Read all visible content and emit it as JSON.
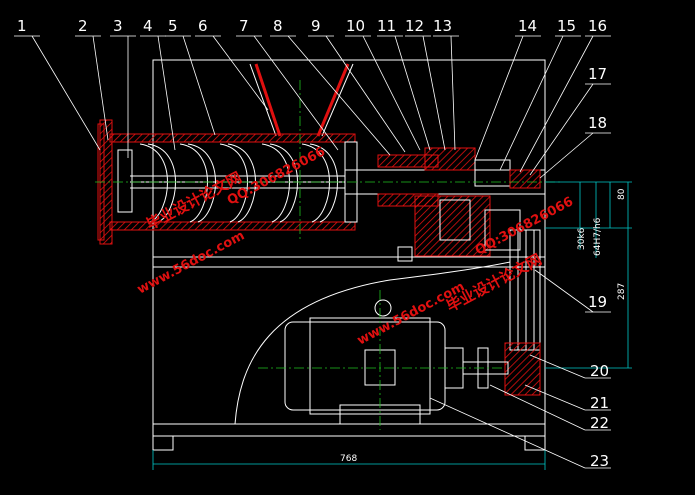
{
  "part_numbers": [
    "1",
    "2",
    "3",
    "4",
    "5",
    "6",
    "7",
    "8",
    "9",
    "10",
    "11",
    "12",
    "13",
    "14",
    "15",
    "16",
    "17",
    "18",
    "19",
    "20",
    "21",
    "22",
    "23"
  ],
  "dimensions": {
    "overall_width": "768",
    "height_80": "80",
    "fit_30k6": "30k6",
    "fit_64": "64H7/h6",
    "height_287": "287"
  },
  "watermarks": {
    "site": "www.56doc.com",
    "qq": "QQ:306826066",
    "brand": "毕业设计论文网"
  },
  "colors": {
    "background": "#000000",
    "lines": "#ffffff",
    "hatch": "#e01010",
    "center": "#20c020",
    "dim": "#00c8c8"
  }
}
